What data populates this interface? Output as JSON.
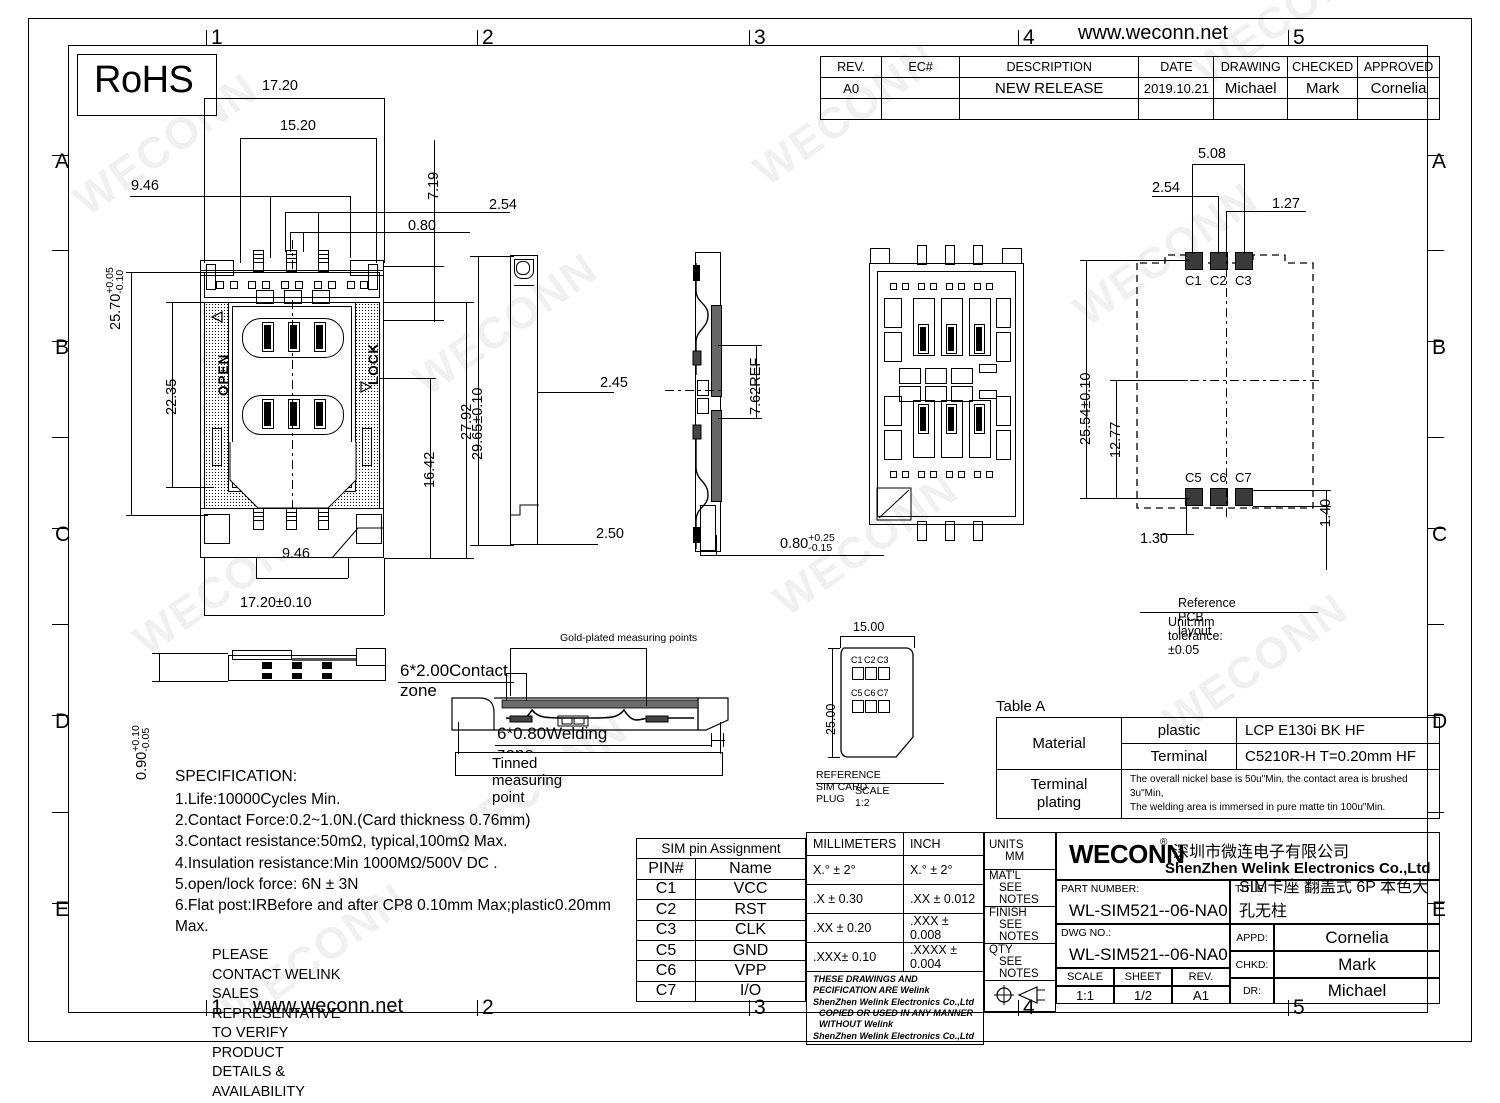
{
  "sheet": {
    "rohs_label": "RoHS",
    "url_top": "www.weconn.net",
    "url_bottom": "www.weconn.net",
    "zone_numbers": [
      "1",
      "2",
      "3",
      "4",
      "5"
    ],
    "zone_letters": [
      "A",
      "B",
      "C",
      "D",
      "E"
    ]
  },
  "revision_table": {
    "headers": [
      "REV.",
      "EC#",
      "DESCRIPTION",
      "DATE",
      "DRAWING",
      "CHECKED",
      "APPROVED"
    ],
    "rows": [
      {
        "rev": "A0",
        "ec": "",
        "description": "NEW RELEASE",
        "date": "2019.10.21",
        "drawing": "Michael",
        "checked": "Mark",
        "approved": "Cornelia"
      },
      {
        "rev": "",
        "ec": "",
        "description": "",
        "date": "",
        "drawing": "",
        "checked": "",
        "approved": ""
      }
    ]
  },
  "front_view": {
    "dims": {
      "top_overall": "17.20",
      "top_inner": "15.20",
      "pin_span": "9.46",
      "pitch": "2.54",
      "pin_width": "0.80",
      "right_top": "7.19",
      "height_total": "25.70",
      "height_total_tol_up": "+0.05",
      "height_total_tol_dn": "-0.10",
      "height_body": "22.35",
      "height_right": "27.92",
      "height_mid": "16.42",
      "bottom_pin_span": "9.46",
      "bottom_overall": "17.20±0.10"
    },
    "markings": {
      "open": "OPEN",
      "lock": "LOCK"
    }
  },
  "side_view_1": {
    "height": "29.65±0.10",
    "thickness_upper": "2.45",
    "thickness_lower": "2.50"
  },
  "section_view": {
    "ref_dim": "7.62REF",
    "lead_dim": "0.80",
    "lead_tol_up": "+0.25",
    "lead_tol_dn": "-0.15"
  },
  "pcb_layout": {
    "title": "Reference PCB layout",
    "subtitle": "Unit:mm tolerance:±0.05",
    "dims": {
      "pad_span": "5.08",
      "pad_offset": "2.54",
      "pad_pitch": "1.27",
      "height": "25.54±0.10",
      "mid_height": "12.77",
      "edge_left": "1.30",
      "pad_h": "1.40"
    },
    "pads_top": [
      "C1",
      "C2",
      "C3"
    ],
    "pads_bottom": [
      "C5",
      "C6",
      "C7"
    ]
  },
  "bottom_side_view": {
    "height": "0.90",
    "tol_up": "+0.10",
    "tol_dn": "-0.05"
  },
  "contact_detail": {
    "gold_points": "Gold-plated measuring points",
    "contact_zone": "6*2.00Contact zone",
    "welding_zone": "6*0.80Welding zone",
    "tinned_point": "Tinned measuring point"
  },
  "sim_plug": {
    "width": "15.00",
    "height": "25.00",
    "title": "REFERENCE SIM CARD PLUG",
    "scale": "SCALE 1:2",
    "pads_top": [
      "C1",
      "C2",
      "C3"
    ],
    "pads_bottom": [
      "C5",
      "C6",
      "C7"
    ]
  },
  "specification": {
    "heading": "SPECIFICATION:",
    "items": "1.Life:10000Cycles Min.\n2.Contact Force:0.2~1.0N.(Card thickness 0.76mm)\n3.Contact resistance:50mΩ, typical,100mΩ Max.\n4.Insulation resistance:Min 1000MΩ/500V DC .\n5.open/lock force: 6N ± 3N\n6.Flat post:IRBefore and after CP8 0.10mm Max;plastic0.20mm\nMax.",
    "contact_line1": "PLEASE CONTACT WELINK SALES REPRESENTATIVE",
    "contact_line2": "TO VERIFY PRODUCT DETAILS & AVAILABILITY"
  },
  "table_a": {
    "caption": "Table A",
    "material_label": "Material",
    "plastic_label": "plastic",
    "plastic_value": "LCP E130i BK HF",
    "terminal_label": "Terminal",
    "terminal_value": "C5210R-H T=0.20mm HF",
    "plating_label": "Terminal\nplating",
    "plating_line1": "The overall nickel base is 50u\"Min, the contact area is brushed 3u\"Min,",
    "plating_line2": "The welding area is immersed in pure matte tin 100u\"Min."
  },
  "pin_table": {
    "caption": "SIM pin Assignment",
    "headers": [
      "PIN#",
      "Name"
    ],
    "rows": [
      {
        "pin": "C1",
        "name": "VCC"
      },
      {
        "pin": "C2",
        "name": "RST"
      },
      {
        "pin": "C3",
        "name": "CLK"
      },
      {
        "pin": "C5",
        "name": "GND"
      },
      {
        "pin": "C6",
        "name": "VPP"
      },
      {
        "pin": "C7",
        "name": "I/O"
      }
    ]
  },
  "tolerance_table": {
    "col1_header": "MILLIMETERS",
    "col2_header": "INCH",
    "rows": [
      {
        "mm": "X.°  ±  2°",
        "inch": "X.°  ±  2°"
      },
      {
        "mm": ".X    ± 0.30",
        "inch": ".XX    ± 0.012"
      },
      {
        "mm": ".XX ± 0.20",
        "inch": ".XXX  ± 0.008"
      },
      {
        "mm": ".XXX± 0.10",
        "inch": ".XXXX ± 0.004"
      }
    ],
    "notice_line1": "THESE DRAWINGS AND PECIFICATION  ARE Welink",
    "notice_line2": "ShenZhen Welink Electronics Co.,Ltd",
    "notice_line3": "COPIED OR USED IN ANY MANNER WITHOUT Welink",
    "notice_line4": "ShenZhen Welink Electronics Co.,Ltd"
  },
  "units_block": {
    "units_label": "UNITS",
    "units_value": "MM",
    "matl_label": "MAT'L",
    "matl_value": "SEE NOTES",
    "finish_label": "FINISH",
    "finish_value": "SEE NOTES",
    "qty_label": "QTY",
    "qty_value": "SEE NOTES"
  },
  "title_block": {
    "company_brand": "WECONN",
    "registered_mark": "®",
    "company_cn": "深圳市微连电子有限公司",
    "company_en": "ShenZhen Welink Electronics Co.,Ltd",
    "part_number_label": "PART NUMBER:",
    "part_number": "WL-SIM521--06-NA0",
    "title_label": "TITLE:",
    "title_value": "SIM卡座 翻盖式 6P 本色大孔无柱",
    "dwg_no_label": "DWG NO.:",
    "dwg_no": "WL-SIM521--06-NA0",
    "scale_label": "SCALE",
    "scale_value": "1:1",
    "sheet_label": "SHEET",
    "sheet_value": "1/2",
    "rev_label": "REV.",
    "rev_value": "A1",
    "appd_label": "APPD:",
    "appd_value": "Cornelia",
    "chkd_label": "CHKD:",
    "chkd_value": "Mark",
    "dr_label": "DR:",
    "dr_value": "Michael"
  }
}
